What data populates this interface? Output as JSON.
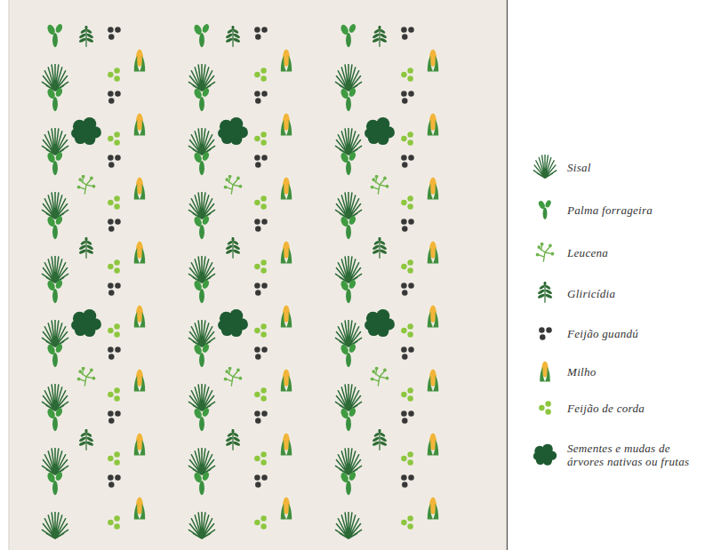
{
  "diagram": {
    "legend": [
      {
        "text": "Sisal"
      },
      {
        "text": "Palma forrageira"
      },
      {
        "text": "Leucena"
      },
      {
        "text": "Gliricídia"
      },
      {
        "text": "Feijão guandú"
      },
      {
        "text": "Milho"
      },
      {
        "text": "Feijão de corda"
      },
      {
        "text": "Sementes e mudas de árvores nativas ou frutas"
      }
    ]
  }
}
